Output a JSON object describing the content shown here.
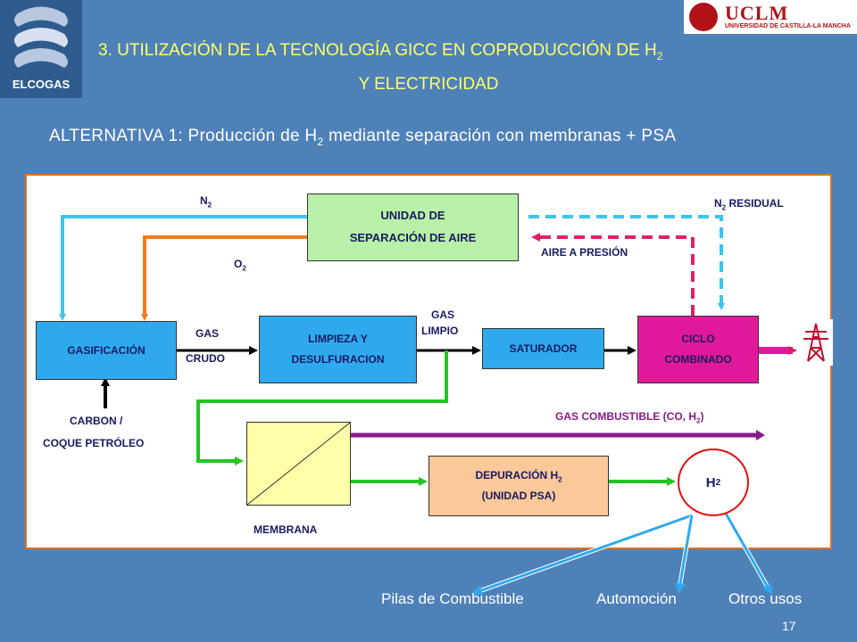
{
  "logos": {
    "left_text": "ELCOGAS",
    "right_text": "UCLM",
    "right_sub": "UNIVERSIDAD DE CASTILLA-LA MANCHA"
  },
  "title": {
    "line1_main": "3.  UTILIZACIÓN DE LA TECNOLOGÍA GICC EN COPRODUCCIÓN DE H",
    "line1_sub": "2",
    "line2": "Y ELECTRICIDAD"
  },
  "subtitle": {
    "main": "ALTERNATIVA 1: Producción de H",
    "sub": "2",
    "rest": " mediante separación con membranas + PSA"
  },
  "boxes": {
    "air_sep_1": "UNIDAD DE",
    "air_sep_2": "SEPARACIÓN DE AIRE",
    "gasif": "GASIFICACIÓN",
    "limpieza_1": "LIMPIEZA Y",
    "limpieza_2": "DESULFURACION",
    "saturador": "SATURADOR",
    "ciclo_1": "CICLO",
    "ciclo_2": "COMBINADO",
    "depur_1": "DEPURACIÓN H",
    "depur_1_sub": "2",
    "depur_2": "(UNIDAD   PSA)",
    "h2": "H",
    "h2_sub": "2"
  },
  "labels": {
    "n2": "N",
    "n2_sub": "2",
    "o2": "O",
    "o2_sub": "2",
    "n2_res_main": "N",
    "n2_res_sub": "2",
    "n2_res_rest": " RESIDUAL",
    "aire_presion": "AIRE A PRESIÓN",
    "gas_crudo_1": "GAS",
    "gas_crudo_2": "CRUDO",
    "gas_limpio_1": "GAS",
    "gas_limpio_2": "LIMPIO",
    "carbon_1": "CARBON /",
    "carbon_2": "COQUE PETRÓLEO",
    "gas_comb_main": "GAS COMBUSTIBLE (CO, H",
    "gas_comb_sub": "2",
    "gas_comb_end": ")",
    "membrana": "MEMBRANA"
  },
  "bottom": {
    "pilas": "Pilas de Combustible",
    "automocion": "Automoción",
    "otros": "Otros usos"
  },
  "page_number": "17",
  "colors": {
    "background": "#4f81b9",
    "title": "#ffff66",
    "n2_line": "#3bc4f0",
    "o2_line": "#f07d1a",
    "residual_line": "#e0206a",
    "membrane_line": "#22c522",
    "fuel_gas_line": "#8a1a8a",
    "box_blue": "#2fa9ee",
    "box_magenta": "#e0199a",
    "box_green": "#bff0a8",
    "box_yellow": "#ffffaa",
    "box_peach": "#fbc89a"
  }
}
